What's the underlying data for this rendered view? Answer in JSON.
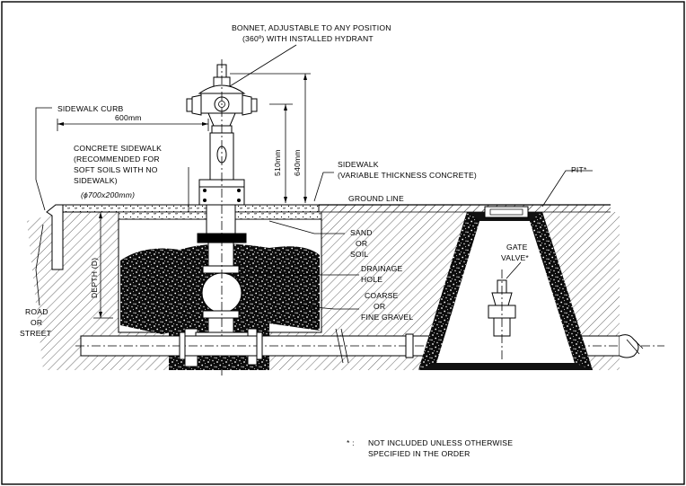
{
  "labels": {
    "bonnet_line1": "BONNET, ADJUSTABLE TO ANY POSITION",
    "bonnet_line2": "(360º) WITH INSTALLED HYDRANT",
    "sidewalk_curb": "SIDEWALK CURB",
    "dim_600": "600mm",
    "concrete_line1": "CONCRETE SIDEWALK",
    "concrete_line2": "(RECOMMENDED FOR",
    "concrete_line3": "SOFT SOILS WITH NO",
    "concrete_line4": "SIDEWALK)",
    "concrete_size": "(ɸ700x200mm)",
    "dim_510": "510mm",
    "dim_640": "640mm",
    "sidewalk_line1": "SIDEWALK",
    "sidewalk_line2": "(VARIABLE THICKNESS CONCRETE)",
    "pit": "PIT*",
    "ground_line": "GROUND LINE",
    "depth": "DEPTH (D)",
    "sand_line1": "SAND",
    "sand_line2": "OR",
    "sand_line3": "SOIL",
    "gate_line1": "GATE",
    "gate_line2": "VALVE*",
    "drainage_line1": "DRAINAGE",
    "drainage_line2": "HOLE",
    "coarse_line1": "COARSE",
    "coarse_line2": "OR",
    "coarse_line3": "FINE GRAVEL",
    "road_line1": "ROAD",
    "road_line2": "OR",
    "road_line3": "STREET",
    "note_mark": "* :",
    "note_line1": "NOT INCLUDED UNLESS OTHERWISE",
    "note_line2": "SPECIFIED IN THE ORDER"
  }
}
